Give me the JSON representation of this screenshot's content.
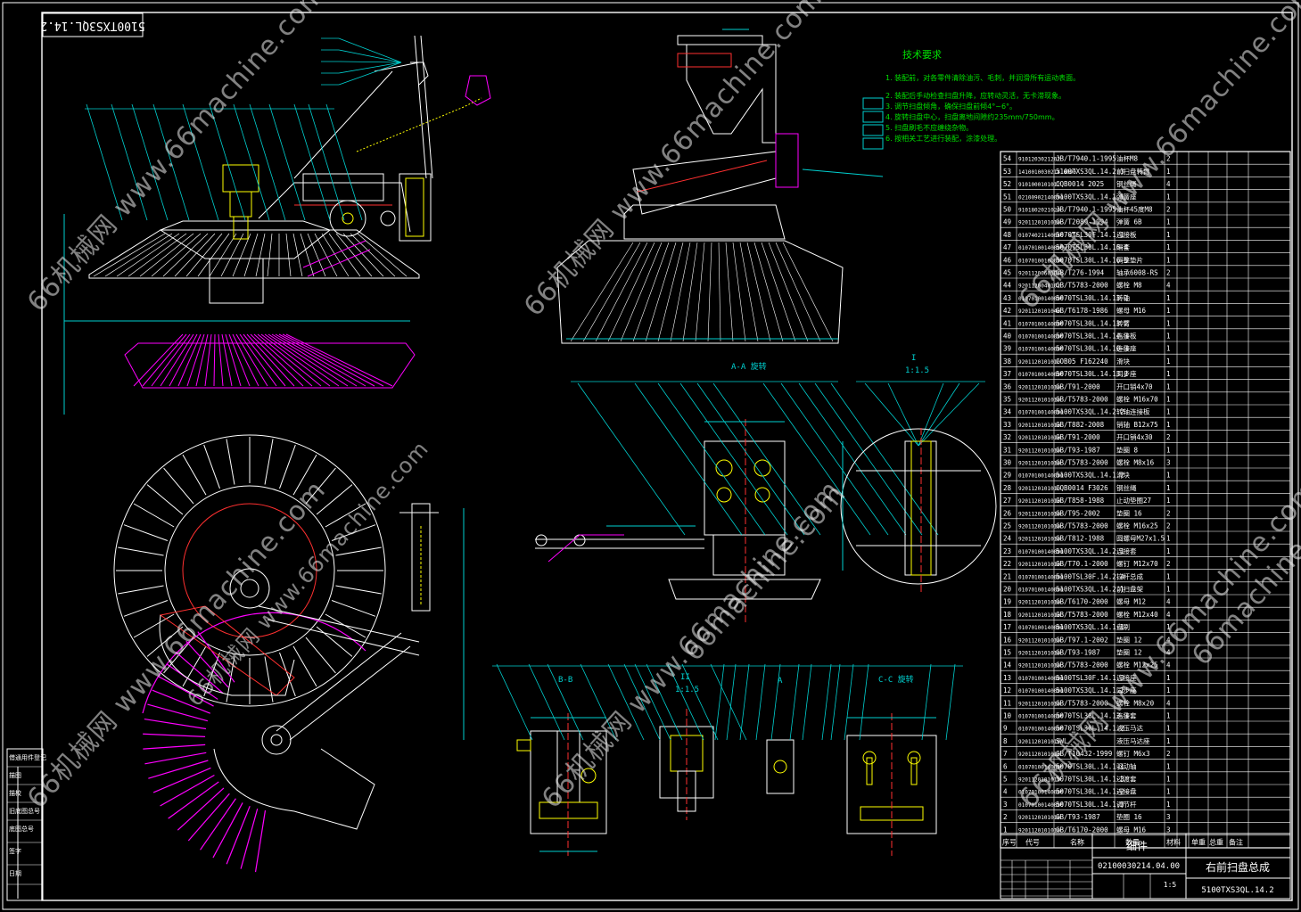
{
  "drawing": {
    "code_box": "5100TXS3QL.14.2",
    "title_cn": "右前扫盘总成",
    "title_code": "5100TXS3QL.14.2",
    "detail_label": "细件",
    "detail_code": "02100030214.04.00",
    "scale": "1:5"
  },
  "tech_notes": {
    "heading": "技术要求",
    "lines": [
      "1. 装配前，对各零件清除油污、毛刺，并润滑所有运动表面。",
      "2. 装配后手动检查扫盘升降，应转动灵活，无卡滞现象。",
      "3. 调节扫盘倾角，确保扫盘前倾4°~6°。",
      "4. 旋转扫盘中心，扫盘离地间隙约235mm/750mm。",
      "5. 扫盘刷毛不应缠绕杂物。",
      "6. 按相关工艺进行装配，涂漆处理。"
    ]
  },
  "section_labels": {
    "aa": "A-A 旋转",
    "bb": "B-B",
    "cc": "C-C 旋转",
    "i": "I",
    "ii": "II",
    "scale_i": "1:1.5",
    "a": "A",
    "b": "B",
    "c": "C"
  },
  "left_margin": [
    "借通用件登记",
    "描图",
    "描校",
    "旧底图总号",
    "底图总号",
    "签字",
    "日期"
  ],
  "bom_header": [
    "序号",
    "代号",
    "名称",
    "数量",
    "材料",
    "单重",
    "总重",
    "备注"
  ],
  "bom_rows": [
    [
      "54",
      "9101203021202",
      "JB/T7940.1-1995",
      "油杯M8",
      "2"
    ],
    [
      "53",
      "1410010030214.0090",
      "5100TXS3QL.14.2.3",
      "前扫盘转臂",
      "1"
    ],
    [
      "52",
      "9101000101012",
      "CQB0014 2025",
      "钢丝绳",
      "4"
    ],
    [
      "51",
      "02100902140090",
      "5100TXS3QL.14.1.1",
      "弹簧座",
      "1"
    ],
    [
      "50",
      "9101802021020",
      "JB/T7940.1-1995",
      "油杯45度M8",
      "2"
    ],
    [
      "49",
      "9201120101010",
      "GB/T2089-1994",
      "弹簧 6B",
      "1"
    ],
    [
      "48",
      "01074021140040",
      "5070TSL30F.14.1-1",
      "连接板",
      "1"
    ],
    [
      "47",
      "01070100140000",
      "5070TSL30L.14.16-4",
      "隔套",
      "1"
    ],
    [
      "46",
      "01070100160000",
      "5070TSL30L.14.16-5",
      "调整垫片",
      "1"
    ],
    [
      "45",
      "9201120060106",
      "GB/T276-1994",
      "轴承6008-RS",
      "2"
    ],
    [
      "44",
      "9201120040102",
      "GB/T5783-2000",
      "螺栓 M8",
      "4"
    ],
    [
      "43",
      "01070100140000",
      "5070TSL30L.14.13-1",
      "转轴",
      "1"
    ],
    [
      "42",
      "9201120101040",
      "GB/T6178-1986",
      "螺母 M16",
      "1"
    ],
    [
      "41",
      "01070100140000",
      "5070TSL30L.14.13-2",
      "转臂",
      "1"
    ],
    [
      "40",
      "01070100140000",
      "5070TSL30L.14.14.3",
      "连接板",
      "1"
    ],
    [
      "39",
      "01070100140000",
      "5070TSL30L.14.16-3",
      "连接座",
      "1"
    ],
    [
      "38",
      "9201120101010",
      "COB05 F162240",
      "滑块",
      "1"
    ],
    [
      "37",
      "01070100140000",
      "5070TSL30L.14.13.2",
      "同步座",
      "1"
    ],
    [
      "36",
      "9201120101010",
      "GB/T91-2000",
      "开口销4x70",
      "1"
    ],
    [
      "35",
      "9201120101010",
      "GB/T5783-2000",
      "螺栓 M16x70",
      "1"
    ],
    [
      "34",
      "01070100140000",
      "5100TXS3QL.14.2.2",
      "转轴连接板",
      "1"
    ],
    [
      "33",
      "9201120101010",
      "GB/T882-2008",
      "销轴 B12x75",
      "1"
    ],
    [
      "32",
      "9201120101010",
      "GB/T91-2000",
      "开口销4x30",
      "2"
    ],
    [
      "31",
      "9201120101010",
      "GB/T93-1987",
      "垫圈 8",
      "1"
    ],
    [
      "30",
      "9201120101010",
      "GB/T5783-2000",
      "螺栓 M8x16",
      "3"
    ],
    [
      "29",
      "01070100140000",
      "5100TXS3QL.14.1.2",
      "滑块",
      "1"
    ],
    [
      "28",
      "9201120101010",
      "CQB0014 F3026",
      "钢丝绳",
      "1"
    ],
    [
      "27",
      "9201120101010",
      "GB/T858-1988",
      "止动垫圈27",
      "1"
    ],
    [
      "26",
      "9201120101010",
      "GB/T95-2002",
      "垫圈 16",
      "2"
    ],
    [
      "25",
      "9201120101010",
      "GB/T5783-2000",
      "螺栓 M16x25",
      "2"
    ],
    [
      "24",
      "9201120101010",
      "GB/T812-1988",
      "圆螺母M27x1.5",
      "1"
    ],
    [
      "23",
      "01070100140000",
      "5100TXS3QL.14.2.1",
      "连接套",
      "1"
    ],
    [
      "22",
      "9201120101010",
      "GB/T70.1-2000",
      "螺钉 M12x70",
      "2"
    ],
    [
      "21",
      "01070100140000",
      "5100TSL30F.14.2.4",
      "拉杆总成",
      "1"
    ],
    [
      "20",
      "01070100140000",
      "5100TXS3QL.14.2.1",
      "前扫盘架",
      "1"
    ],
    [
      "19",
      "9201120101010",
      "GB/T6170-2000",
      "螺母 M12",
      "4"
    ],
    [
      "18",
      "9201120101010",
      "GB/T5783-2000",
      "螺栓 M12x40",
      "4"
    ],
    [
      "17",
      "01070100140000",
      "5100TXS3QL.14.1-1",
      "盘刷",
      "1"
    ],
    [
      "16",
      "9201120101010",
      "GB/T97.1-2002",
      "垫圈 12",
      "4"
    ],
    [
      "15",
      "9201120101010",
      "GB/T93-1987",
      "垫圈 12",
      "4"
    ],
    [
      "14",
      "9201120101010",
      "GB/T5783-2000",
      "螺栓 M12x25",
      "4"
    ],
    [
      "13",
      "01070100140000",
      "5100TSL30F.14.1.3",
      "连接座",
      "1"
    ],
    [
      "12",
      "01070100140000",
      "5100TXS3QL.14.1.2",
      "同步座",
      "1"
    ],
    [
      "11",
      "9201120101010",
      "GB/T5783-2000",
      "螺栓 M8x20",
      "4"
    ],
    [
      "10",
      "01070100140000",
      "5070TSL30L.14.13.3",
      "连接套",
      "1"
    ],
    [
      "9",
      "01070100140000",
      "5070TSL30L.14.1.2",
      "液压马达",
      "1"
    ],
    [
      "8",
      "9201120101010",
      "SWL",
      "液压马达座",
      "1"
    ],
    [
      "7",
      "9201120101010",
      "GB/T10432-1999",
      "螺钉 M6x3",
      "2"
    ],
    [
      "6",
      "01070100140000",
      "5070TSL30L.14.1-1",
      "驱动轴",
      "1"
    ],
    [
      "5",
      "9201120101010",
      "5070TSL30L.14.1-3",
      "过渡套",
      "1"
    ],
    [
      "4",
      "01070100140000",
      "5070TSL30L.14.1-2",
      "连接盘",
      "1"
    ],
    [
      "3",
      "01070100140000",
      "5070TSL30L.14.1-3",
      "调节杆",
      "1"
    ],
    [
      "2",
      "9201120101010",
      "GB/T93-1987",
      "垫圈 16",
      "3"
    ],
    [
      "1",
      "9201120101010",
      "GB/T6170-2000",
      "螺母 M16",
      "3"
    ]
  ],
  "watermarks": [
    "66机械网 www.66machine.com",
    "66机械网 www.66machine.com",
    "66机械网 www.66machine.com",
    "66机械网 www.66machine.com",
    "66机械网 www.66machine.com",
    "66机械网 www.66machine.com",
    "66机械网 www.66machine.com",
    "66machine.com",
    "66machine.com"
  ],
  "colors": {
    "line": "#ffffff",
    "dim": "#00d0d0",
    "red": "#ff3030",
    "magenta": "#ff00ff",
    "yellow": "#ffff00",
    "green": "#00e000"
  }
}
